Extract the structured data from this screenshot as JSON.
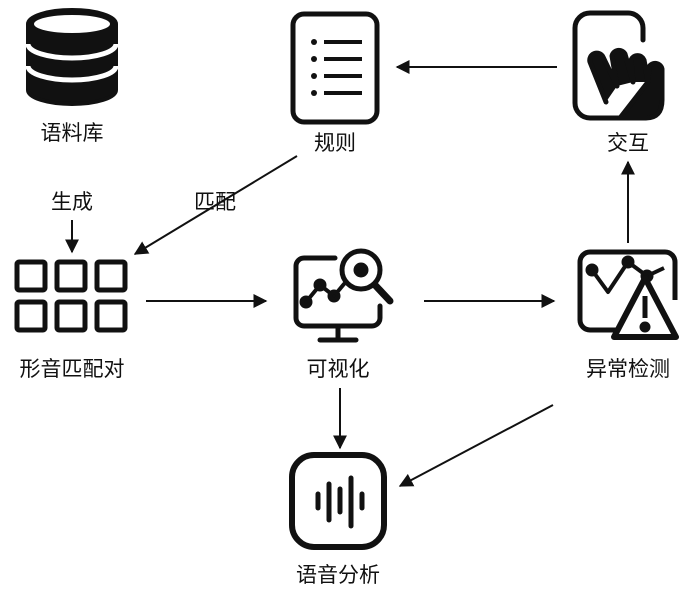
{
  "nodes": {
    "corpus": "语料库",
    "rules": "规则",
    "interaction": "交互",
    "pairs": "形音匹配对",
    "visualization": "可视化",
    "anomaly": "异常检测",
    "speech": "语音分析"
  },
  "edges": {
    "generate": "生成",
    "match": "匹配"
  },
  "icons": {
    "corpus": "database-icon",
    "rules": "document-list-icon",
    "interaction": "touch-hand-icon",
    "pairs": "grid-icon",
    "visualization": "monitor-magnifier-icon",
    "anomaly": "chart-warning-icon",
    "speech": "sound-wave-icon"
  }
}
